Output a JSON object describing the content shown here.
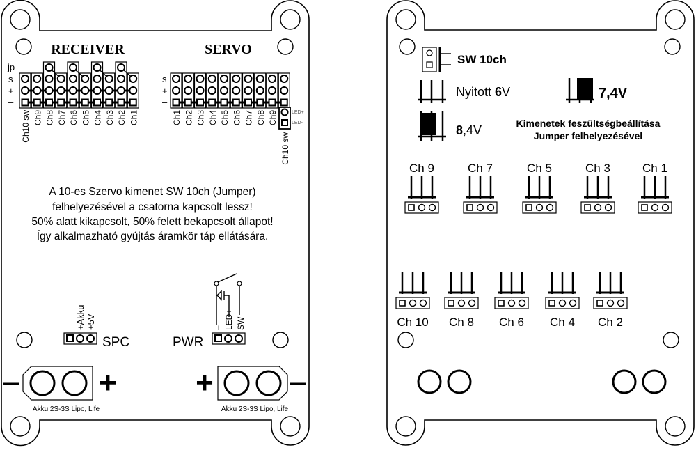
{
  "left_board": {
    "receiver_title": "RECEIVER",
    "servo_title": "SERVO",
    "row_labels": [
      "jp",
      "s",
      "+",
      "–"
    ],
    "servo_row_labels": [
      "s",
      "+",
      "–"
    ],
    "receiver_channels": [
      "Ch10 sw",
      "Ch9",
      "Ch8",
      "Ch7",
      "Ch6",
      "Ch5",
      "Ch4",
      "Ch3",
      "Ch2",
      "Ch1"
    ],
    "servo_channels": [
      "Ch1",
      "Ch2",
      "Ch3",
      "Ch4",
      "Ch5",
      "Ch6",
      "Ch7",
      "Ch8",
      "Ch9"
    ],
    "servo_sw_label": "Ch10 sw",
    "led_plus": "LED+",
    "led_minus": "LED-",
    "description": [
      "A 10-es Szervo kimenet SW 10ch (Jumper)",
      "felhelyezésével a csatorna kapcsolt lessz!",
      "50% alatt kikapcsolt, 50% felett bekapcsolt állapot!",
      "Így alkalmazható gyújtás áramkör táp ellátására."
    ],
    "spc": {
      "label": "SPC",
      "pins": [
        "–",
        "+Akku",
        "+5V"
      ]
    },
    "pwr": {
      "label": "PWR",
      "pins": [
        "–",
        "LED+",
        "SW"
      ]
    },
    "battery_label": "Akku 2S-3S Lipo, Life",
    "plus": "+",
    "minus": "–"
  },
  "right_board": {
    "sw10ch": "SW 10ch",
    "open_prefix": "Nyitott ",
    "open_bold": "6",
    "open_suffix": "V",
    "v74": "7,4V",
    "v84_bold": "8",
    "v84_rest": ",4V",
    "note": [
      "Kimenetek feszültségbeállítása",
      "Jumper felhelyezésével"
    ],
    "top_channels": [
      "Ch 9",
      "Ch 7",
      "Ch 5",
      "Ch 3",
      "Ch 1"
    ],
    "bottom_channels": [
      "Ch 10",
      "Ch 8",
      "Ch 6",
      "Ch 4",
      "Ch 2"
    ]
  }
}
